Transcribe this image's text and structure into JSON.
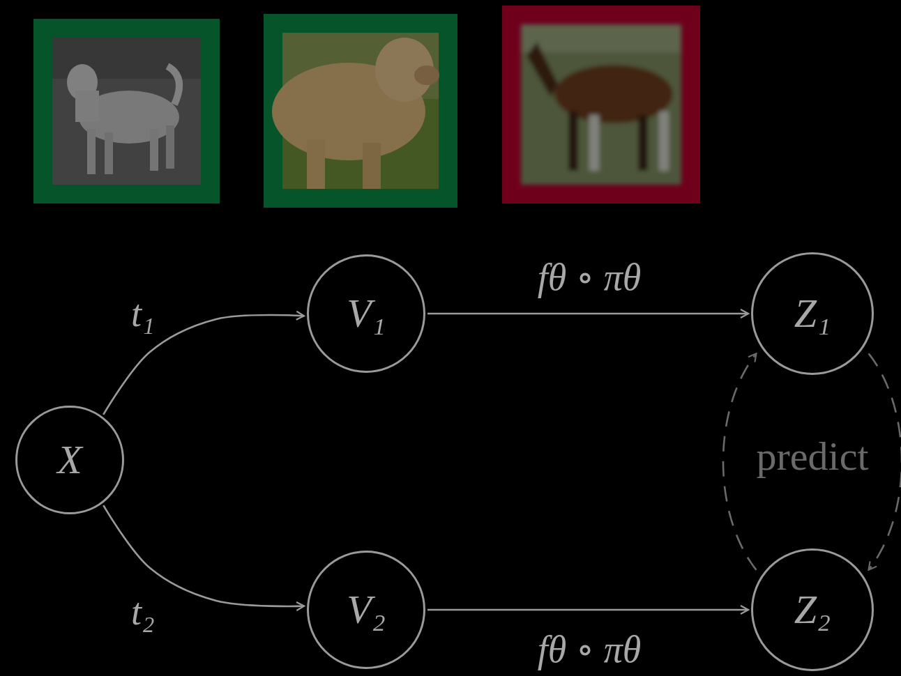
{
  "diagram": {
    "nodes": [
      {
        "text": [
          "X"
        ]
      },
      {
        "text": [
          "V₁"
        ]
      },
      {
        "text": [
          "V₂"
        ]
      },
      {
        "text": [
          "Z₁"
        ]
      },
      {
        "text": [
          "Z₂"
        ]
      }
    ],
    "edges": [
      {
        "from": 0,
        "to": 1,
        "label": "t₁",
        "arrow": "to"
      },
      {
        "from": 0,
        "to": 2,
        "label": "t₂",
        "arrow": "to"
      },
      {
        "from": 1,
        "to": 3,
        "label": "fθ ∘ πθ",
        "arrow": "to"
      },
      {
        "from": 2,
        "to": 4,
        "label": "fθ ∘ πθ",
        "arrow": "to"
      },
      {
        "from": 4,
        "to": 3,
        "arrow": "to"
      },
      {
        "from": 3,
        "to": 4,
        "arrow": "to"
      }
    ],
    "labels": [
      "predict"
    ]
  }
}
